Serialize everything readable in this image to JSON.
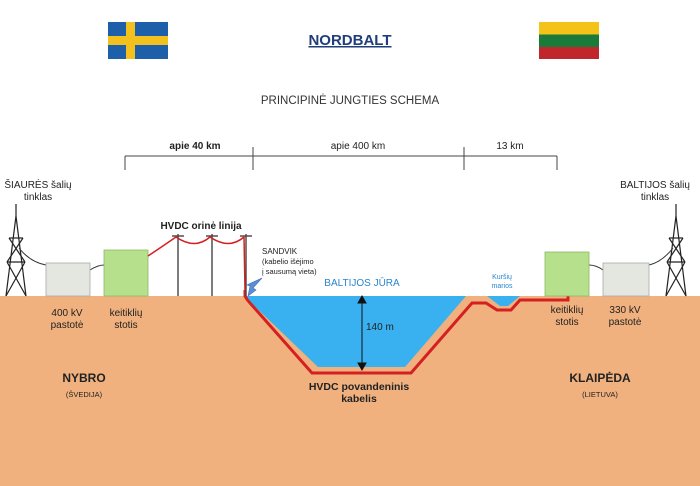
{
  "title": "NORDBALT",
  "subtitle": "PRINCIPINĖ JUNGTIES SCHEMA",
  "distances": {
    "left": "apie 40 km",
    "middle": "apie 400 km",
    "right": "13 km"
  },
  "left_grid": [
    "ŠIAURĖS šalių",
    "tinklas"
  ],
  "right_grid": [
    "BALTIJOS šalių",
    "tinklas"
  ],
  "overhead_line": "HVDC orinė linija",
  "sandvik": [
    "SANDVIK",
    "(kabelio išėjimo",
    "į sausumą vieta)"
  ],
  "sea_label": "BALTIJOS JŪRA",
  "depth_label": "140 m",
  "lagoon": [
    "Kuršių",
    "marios"
  ],
  "left_substation": [
    "400 kV",
    "pastotė"
  ],
  "left_converter": [
    "keitiklių",
    "stotis"
  ],
  "right_converter": [
    "keitiklių",
    "stotis"
  ],
  "right_substation": [
    "330 kV",
    "pastotė"
  ],
  "cable_label": [
    "HVDC povandeninis",
    "kabelis"
  ],
  "left_city": "NYBRO",
  "left_country": "(ŠVEDIJA)",
  "right_city": "KLAIPĖDA",
  "right_country": "(LIETUVA)",
  "colors": {
    "ground": "#f0b17e",
    "sea": "#39b0f0",
    "cable": "#d42020",
    "converter": "#b7e08c",
    "substation": "#e3e7df",
    "sweden_blue": "#1d5fa8",
    "sweden_yellow": "#f2c11e",
    "lt_yellow": "#f5c21a",
    "lt_green": "#1a7a3a",
    "lt_red": "#c0272d",
    "title": "#1f3e7a"
  }
}
